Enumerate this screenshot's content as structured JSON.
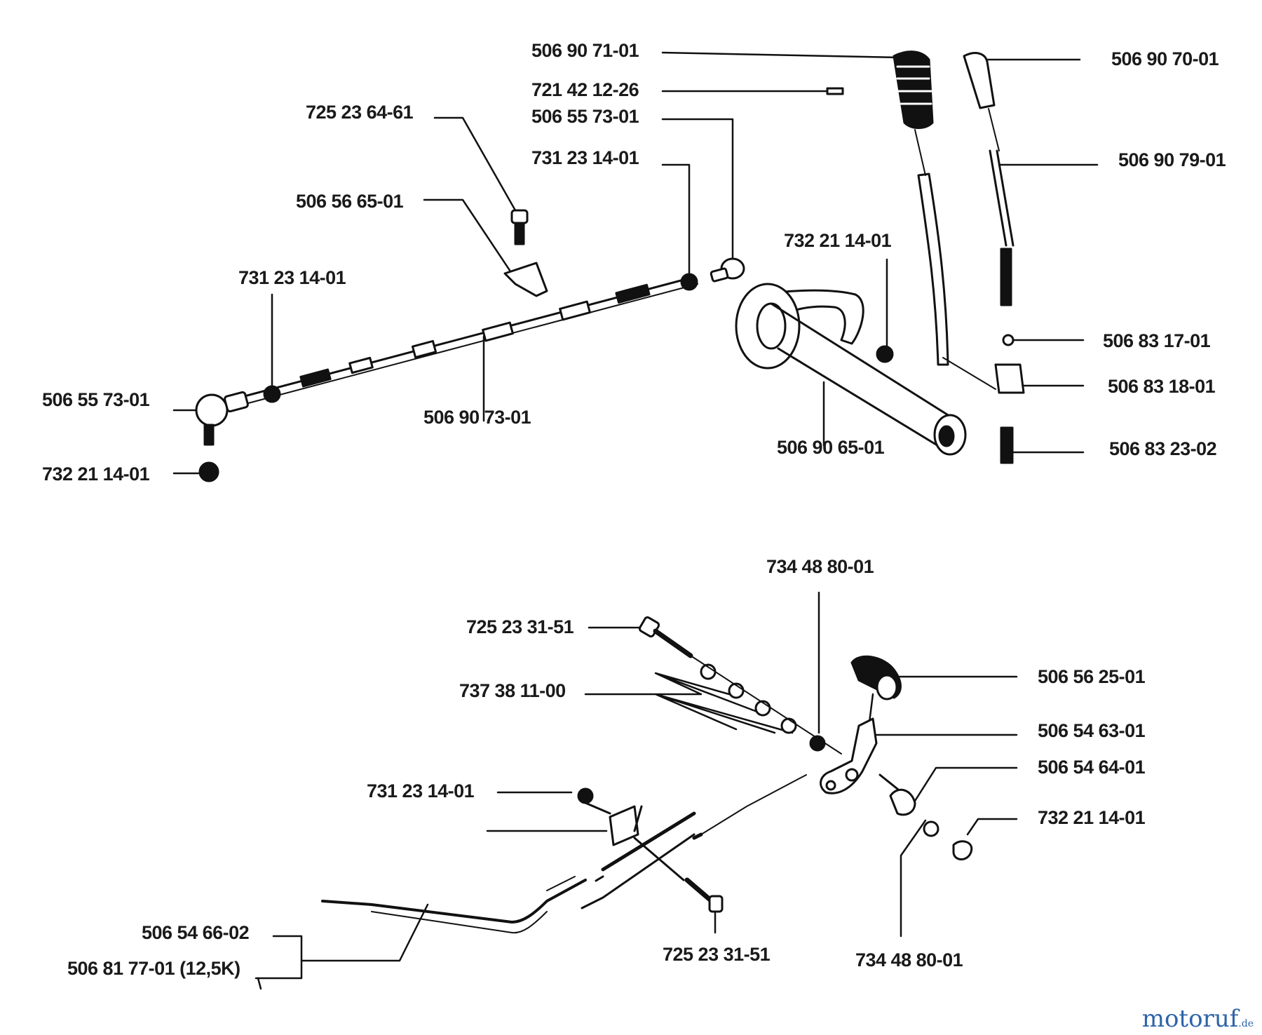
{
  "parts": {
    "p01": "506 90 71-01",
    "p02": "721 42 12-26",
    "p03": "506 55 73-01",
    "p04": "731 23 14-01",
    "p05": "725 23 64-61",
    "p06": "506 56 65-01",
    "p07": "731 23 14-01",
    "p08": "506 55 73-01",
    "p09": "732 21 14-01",
    "p10": "506 90 73-01",
    "p11": "732 21 14-01",
    "p12": "506 90 65-01",
    "p13": "506 90 70-01",
    "p14": "506 90 79-01",
    "p15": "506 83 17-01",
    "p16": "506 83 18-01",
    "p17": "506 83 23-02",
    "p18": "734 48 80-01",
    "p19": "725 23 31-51",
    "p20": "737 38 11-00",
    "p21": "731 23 14-01",
    "p22": "506 54 66-02",
    "p23": "506 81 77-01 (12,5K)",
    "p24": "725 23 31-51",
    "p25": "734 48 80-01",
    "p26": "506 56 25-01",
    "p27": "506 54 63-01",
    "p28": "506 54 64-01",
    "p29": "732 21 14-01"
  },
  "watermark": {
    "main": "motoruf",
    "suffix": ".de"
  }
}
